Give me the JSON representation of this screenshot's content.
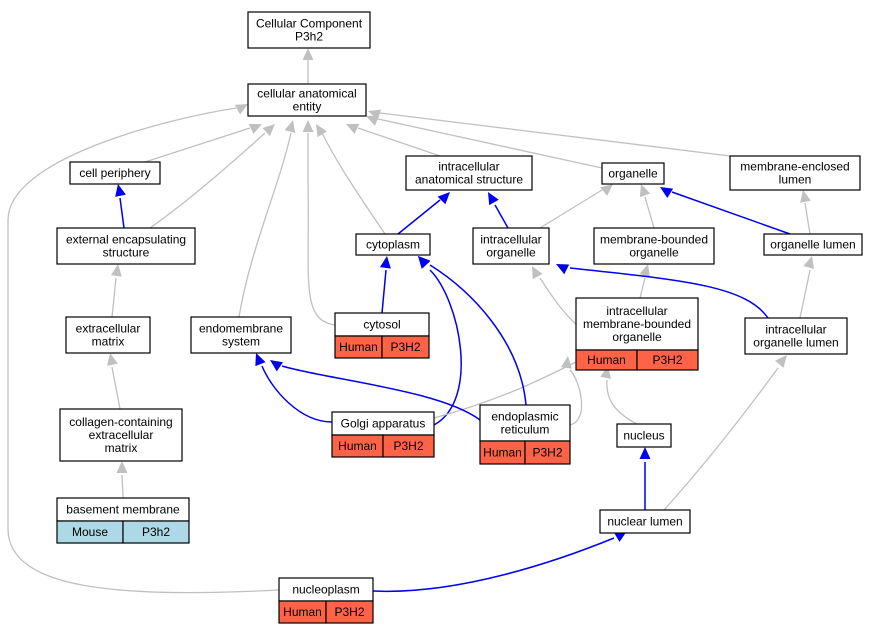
{
  "colors": {
    "is_a": "#c0c0c0",
    "part_of": "#0000ee",
    "human": "#ff6347",
    "mouse": "#add8e6",
    "node_fill": "#ffffff",
    "node_stroke": "#000000"
  },
  "nodes": {
    "root": {
      "lines": [
        "Cellular Component",
        "P3h2"
      ]
    },
    "cae": {
      "lines": [
        "cellular anatomical",
        "entity"
      ]
    },
    "cellper": {
      "lines": [
        "cell periphery"
      ]
    },
    "ias": {
      "lines": [
        "intracellular",
        "anatomical structure"
      ]
    },
    "organelle": {
      "lines": [
        "organelle"
      ]
    },
    "mel": {
      "lines": [
        "membrane-enclosed",
        "lumen"
      ]
    },
    "ext_enc": {
      "lines": [
        "external encapsulating",
        "structure"
      ]
    },
    "cytoplasm": {
      "lines": [
        "cytoplasm"
      ]
    },
    "intra_org": {
      "lines": [
        "intracellular",
        "organelle"
      ]
    },
    "mbo": {
      "lines": [
        "membrane-bounded",
        "organelle"
      ]
    },
    "org_lumen": {
      "lines": [
        "organelle lumen"
      ]
    },
    "ecm": {
      "lines": [
        "extracellular",
        "matrix"
      ]
    },
    "endomem": {
      "lines": [
        "endomembrane",
        "system"
      ]
    },
    "cytosol": {
      "lines": [
        "cytosol"
      ],
      "species": [
        "Human",
        "P3H2"
      ]
    },
    "imbo": {
      "lines": [
        "intracellular",
        "membrane-bounded",
        "organelle"
      ],
      "species": [
        "Human",
        "P3H2"
      ]
    },
    "iol": {
      "lines": [
        "intracellular",
        "organelle lumen"
      ]
    },
    "cce": {
      "lines": [
        "collagen-containing",
        "extracellular",
        "matrix"
      ]
    },
    "golgi": {
      "lines": [
        "Golgi apparatus"
      ],
      "species": [
        "Human",
        "P3H2"
      ]
    },
    "er": {
      "lines": [
        "endoplasmic",
        "reticulum"
      ],
      "species": [
        "Human",
        "P3H2"
      ]
    },
    "nucleus": {
      "lines": [
        "nucleus"
      ]
    },
    "basement": {
      "lines": [
        "basement membrane"
      ],
      "species": [
        "Mouse",
        "P3h2"
      ]
    },
    "nuc_lumen": {
      "lines": [
        "nuclear lumen"
      ]
    },
    "nucleoplasm": {
      "lines": [
        "nucleoplasm"
      ],
      "species": [
        "Human",
        "P3H2"
      ]
    }
  },
  "edges": [
    {
      "from": "cae",
      "to": "root",
      "type": "is_a"
    },
    {
      "from": "cellper",
      "to": "cae",
      "type": "is_a"
    },
    {
      "from": "ias",
      "to": "cae",
      "type": "is_a"
    },
    {
      "from": "organelle",
      "to": "cae",
      "type": "is_a"
    },
    {
      "from": "mel",
      "to": "cae",
      "type": "is_a"
    },
    {
      "from": "ext_enc",
      "to": "cae",
      "type": "is_a"
    },
    {
      "from": "ext_enc",
      "to": "cellper",
      "type": "part_of"
    },
    {
      "from": "cytoplasm",
      "to": "cae",
      "type": "is_a"
    },
    {
      "from": "cytoplasm",
      "to": "ias",
      "type": "part_of"
    },
    {
      "from": "intra_org",
      "to": "ias",
      "type": "part_of"
    },
    {
      "from": "intra_org",
      "to": "organelle",
      "type": "is_a"
    },
    {
      "from": "mbo",
      "to": "organelle",
      "type": "is_a"
    },
    {
      "from": "org_lumen",
      "to": "organelle",
      "type": "part_of"
    },
    {
      "from": "org_lumen",
      "to": "mel",
      "type": "is_a"
    },
    {
      "from": "ecm",
      "to": "ext_enc",
      "type": "is_a"
    },
    {
      "from": "endomem",
      "to": "cae",
      "type": "is_a"
    },
    {
      "from": "cytosol",
      "to": "cae",
      "type": "is_a"
    },
    {
      "from": "cytosol",
      "to": "cytoplasm",
      "type": "part_of"
    },
    {
      "from": "imbo",
      "to": "intra_org",
      "type": "is_a"
    },
    {
      "from": "imbo",
      "to": "mbo",
      "type": "is_a"
    },
    {
      "from": "iol",
      "to": "intra_org",
      "type": "part_of"
    },
    {
      "from": "iol",
      "to": "org_lumen",
      "type": "is_a"
    },
    {
      "from": "cce",
      "to": "ecm",
      "type": "is_a"
    },
    {
      "from": "golgi",
      "to": "endomem",
      "type": "part_of"
    },
    {
      "from": "golgi",
      "to": "cytoplasm",
      "type": "part_of"
    },
    {
      "from": "golgi",
      "to": "imbo",
      "type": "is_a"
    },
    {
      "from": "er",
      "to": "endomem",
      "type": "part_of"
    },
    {
      "from": "er",
      "to": "cytoplasm",
      "type": "part_of"
    },
    {
      "from": "er",
      "to": "imbo",
      "type": "is_a"
    },
    {
      "from": "nucleus",
      "to": "imbo",
      "type": "is_a"
    },
    {
      "from": "basement",
      "to": "cce",
      "type": "is_a"
    },
    {
      "from": "nuc_lumen",
      "to": "nucleus",
      "type": "part_of"
    },
    {
      "from": "nuc_lumen",
      "to": "iol",
      "type": "is_a"
    },
    {
      "from": "nucleoplasm",
      "to": "nuc_lumen",
      "type": "part_of"
    },
    {
      "from": "nucleoplasm",
      "to": "cae",
      "type": "is_a"
    }
  ]
}
